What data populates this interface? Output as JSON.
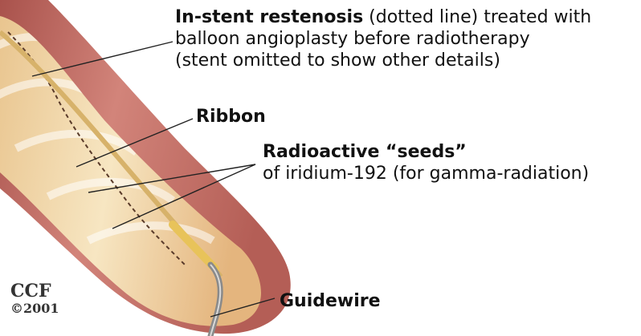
{
  "labels": {
    "restenosis": {
      "bold": "In-stent restenosis",
      "rest": " (dotted line) treated with",
      "line2": "balloon angioplasty before radiotherapy",
      "line3": "(stent omitted to show other details)"
    },
    "ribbon": "Ribbon",
    "seeds": {
      "bold": "Radioactive “seeds”",
      "line2": "of iridium-192 (for gamma-radiation)"
    },
    "guidewire": "Guidewire"
  },
  "logo": {
    "name": "CCF",
    "year": "©2001"
  },
  "colors": {
    "vessel_outer": "#c4706a",
    "vessel_inner": "#f2d6a8",
    "seeds": "#e8c35a",
    "guidewire": "#9a9a9a",
    "leader": "#222222"
  }
}
